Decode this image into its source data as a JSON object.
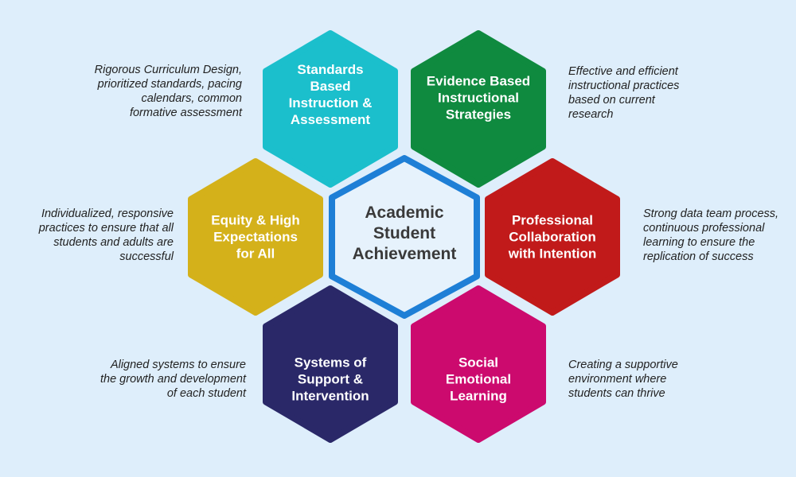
{
  "center": {
    "label": "Academic\nStudent\nAchievement",
    "fill": "#e6f2fc",
    "stroke": "#1e7fd6"
  },
  "hexagons": [
    {
      "id": "standards",
      "label": "Standards\nBased\nInstruction &\nAssessment",
      "color": "#1bbfcc",
      "description": "Rigorous Curriculum Design,\nprioritized standards, pacing\ncalendars, common\nformative assessment"
    },
    {
      "id": "evidence",
      "label": "Evidence Based\nInstructional\nStrategies",
      "color": "#0f8a3f",
      "description": "Effective and efficient\ninstructional practices\nbased on current\nresearch"
    },
    {
      "id": "equity",
      "label": "Equity & High\nExpectations\nfor All",
      "color": "#d4b11a",
      "description": "Individualized, responsive\npractices to ensure that all\nstudents and adults are\nsuccessful"
    },
    {
      "id": "professional",
      "label": "Professional\nCollaboration\nwith Intention",
      "color": "#c11a1a",
      "description": "Strong data team process,\ncontinuous professional\nlearning to ensure the\nreplication of success"
    },
    {
      "id": "systems",
      "label": "Systems  of\nSupport    &\nIntervention",
      "color": "#2a2868",
      "description": "Aligned systems to ensure\nthe growth and development\nof each student"
    },
    {
      "id": "social",
      "label": "Social\nEmotional\nLearning",
      "color": "#cc0a6e",
      "description": "Creating a supportive\nenvironment where\nstudents can thrive"
    }
  ]
}
